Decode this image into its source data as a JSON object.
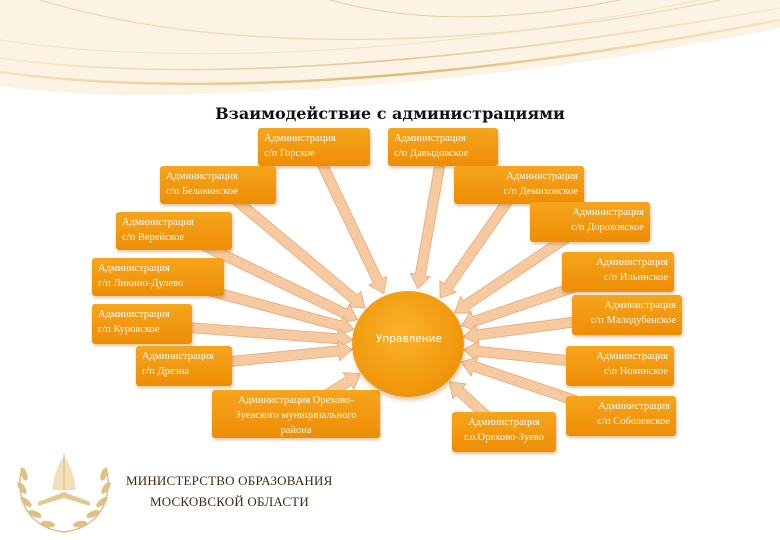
{
  "title": "Взаимодействие с администрациями",
  "center_label": "Управление",
  "nodes": [
    {
      "id": "gorskoe",
      "lines": [
        "Администрация",
        "с/п Горское"
      ]
    },
    {
      "id": "davydovskoe",
      "lines": [
        "Администрация",
        "с/п Давыдовское"
      ]
    },
    {
      "id": "belavinskoe",
      "lines": [
        "Администрация",
        "с/п Белавинское"
      ]
    },
    {
      "id": "demikhovskoe",
      "lines": [
        "Администрация",
        "с/п Демиховское"
      ]
    },
    {
      "id": "vereyskoe",
      "lines": [
        "Администрация",
        "с/п Верейское"
      ]
    },
    {
      "id": "dorokhovskoe",
      "lines": [
        "Администрация",
        "с/п Дороховское"
      ]
    },
    {
      "id": "likino",
      "lines": [
        "Администрация",
        "г/п Ликино-Дулево"
      ]
    },
    {
      "id": "ilyinskoe",
      "lines": [
        "Администрация",
        "с/п Ильинское"
      ]
    },
    {
      "id": "kurovskoe",
      "lines": [
        "Администрация",
        "г/п Куровское"
      ]
    },
    {
      "id": "malodubenskoe",
      "lines": [
        "Администрация",
        "с/п Малодубенское"
      ]
    },
    {
      "id": "drezna",
      "lines": [
        "Администрация",
        "г/п Дрезна"
      ]
    },
    {
      "id": "novinskoe",
      "lines": [
        "Администрация",
        "с\\п Новинское"
      ]
    },
    {
      "id": "district",
      "lines": [
        "Администрация Орехово-",
        "Зуевского муниципального",
        "района"
      ]
    },
    {
      "id": "orekhovo",
      "lines": [
        "Администрация",
        "г.о.Орехово-Зуево"
      ]
    },
    {
      "id": "sobolevskoe",
      "lines": [
        "Администрация",
        "с/п Соболевское"
      ]
    }
  ],
  "ministry": {
    "line1": "МИНИСТЕРСТВО ОБРАЗОВАНИЯ",
    "line2": "МОСКОВСКОЙ ОБЛАСТИ"
  },
  "colors": {
    "box": "#f19a10",
    "arrow": "#f7c9a0",
    "arrow_edge": "#e8a877",
    "gold": "#d9b46a"
  },
  "icons": [
    "emblem-wreath-icon"
  ]
}
